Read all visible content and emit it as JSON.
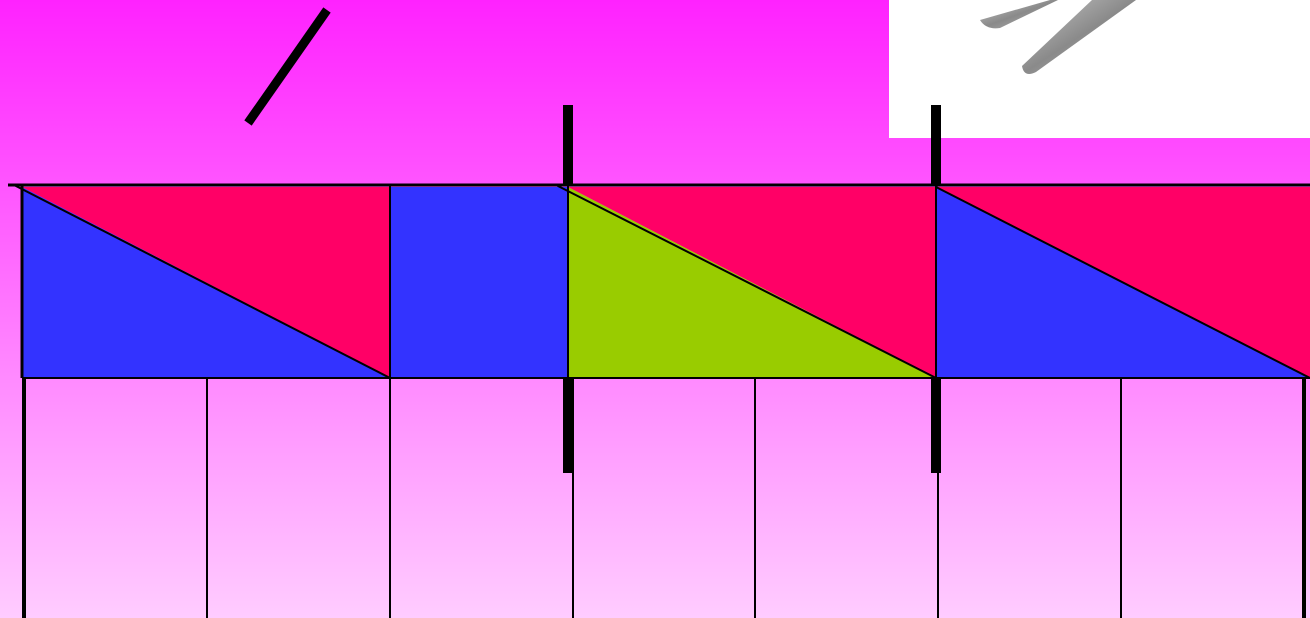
{
  "colors": {
    "background_top": "#ff22ff",
    "background_bottom": "#ffccff",
    "red": "#ff0066",
    "blue": "#3333ff",
    "green": "#99cc00",
    "outline": "#000000",
    "scissors_panel": "#ffffff",
    "scissors_blade": "#9a9a9a"
  },
  "icons": {
    "scissors": "scissors-icon",
    "cut_line": "cut-line-icon"
  },
  "strip": {
    "segments": [
      {
        "name": "first-block",
        "top_color": "red",
        "bottom_color": "blue",
        "split": "diagonal"
      },
      {
        "name": "second-block",
        "fill_color": "blue",
        "split": "none"
      },
      {
        "name": "third-block",
        "top_color": "red",
        "bottom_color": "green",
        "split": "diagonal"
      },
      {
        "name": "fourth-block",
        "top_color": "red",
        "bottom_color": "blue",
        "split": "diagonal"
      }
    ],
    "grid_columns": 7
  }
}
